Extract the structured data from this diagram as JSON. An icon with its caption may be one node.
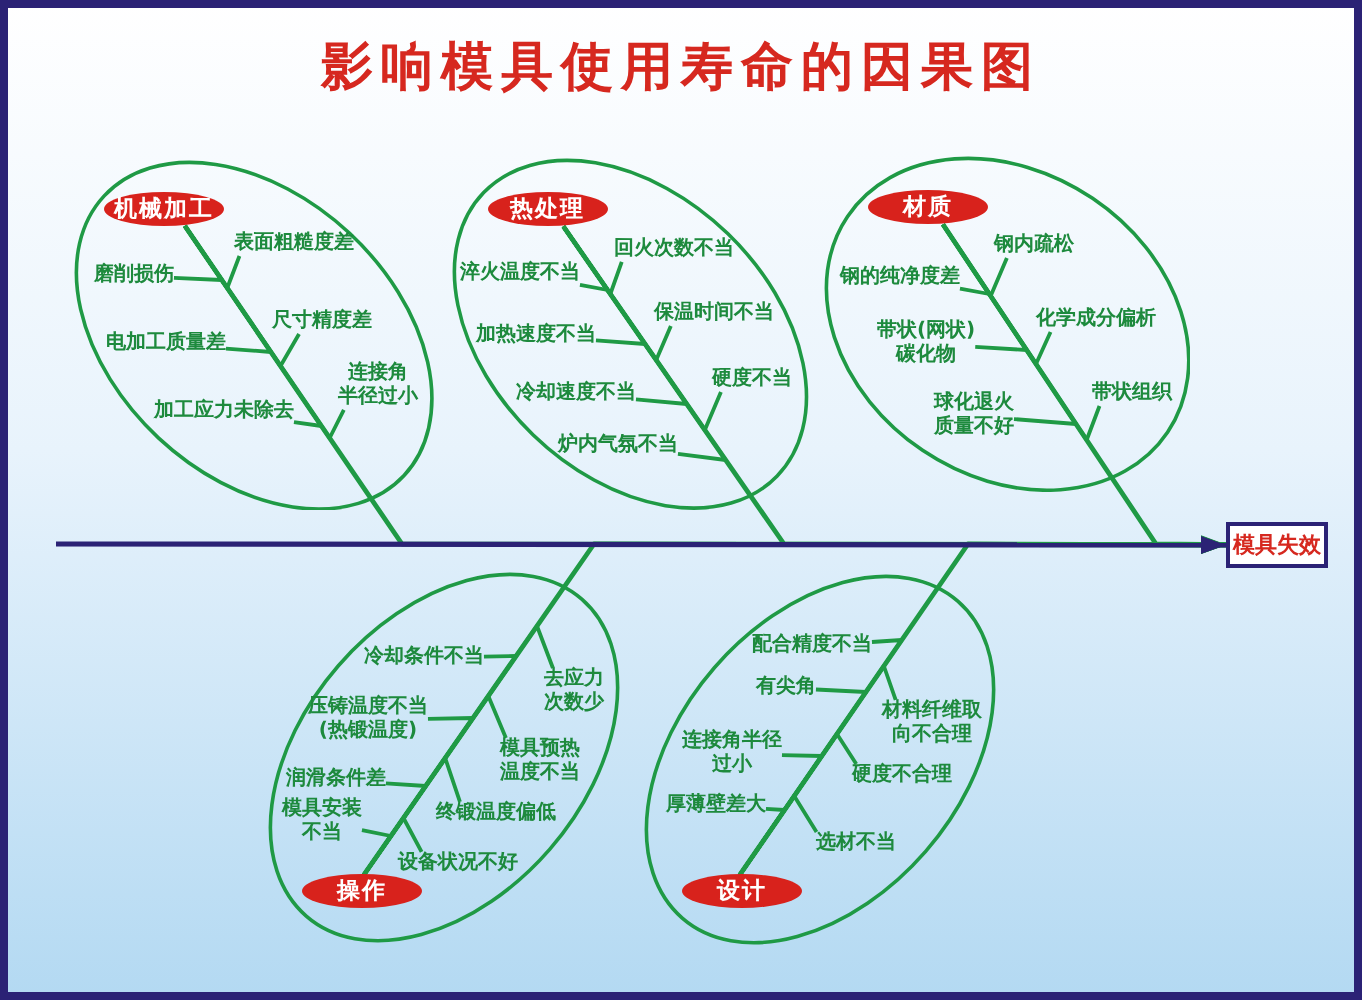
{
  "diagram": {
    "title": "影响模具使用寿命的因果图",
    "nodes": [
      {
        "text": [],
        "shape": "ellipse"
      },
      {
        "text": [
          "机械加工"
        ],
        "in": 0
      },
      {
        "text": [
          "表面粗糙度差"
        ],
        "in": 0
      },
      {
        "text": [
          "磨削损伤"
        ],
        "in": 0
      },
      {
        "text": [
          "尺寸精度差"
        ],
        "in": 0
      },
      {
        "text": [
          "电加工质量差"
        ],
        "in": 0
      },
      {
        "text": [
          "连接角半径过小"
        ],
        "in": 0
      },
      {
        "text": [
          "加工应力未除去"
        ],
        "in": 0
      },
      {
        "text": [],
        "shape": "ellipse"
      },
      {
        "text": [
          "热处理"
        ],
        "in": 8
      },
      {
        "text": [
          "回火次数不当"
        ],
        "in": 8
      },
      {
        "text": [
          "淬火温度不当"
        ],
        "in": 8
      },
      {
        "text": [
          "保温时间不当"
        ],
        "in": 8
      },
      {
        "text": [
          "加热速度不当"
        ],
        "in": 8
      },
      {
        "text": [
          "硬度不当"
        ],
        "in": 8
      },
      {
        "text": [
          "冷却速度不当"
        ],
        "in": 8
      },
      {
        "text": [
          "炉内气氛不当"
        ],
        "in": 8
      },
      {
        "text": [],
        "shape": "ellipse"
      },
      {
        "text": [
          "材质"
        ],
        "in": 17
      },
      {
        "text": [
          "钢内疏松"
        ],
        "in": 17
      },
      {
        "text": [
          "钢的纯净度差"
        ],
        "in": 17
      },
      {
        "text": [
          "化学成分偏析"
        ],
        "in": 17
      },
      {
        "text": [
          "带状(网状)碳化物"
        ],
        "in": 17
      },
      {
        "text": [
          "带状组织"
        ],
        "in": 17
      },
      {
        "text": [
          "球化退火质量不好"
        ],
        "in": 17
      },
      {
        "text": [
          "模具失效"
        ]
      },
      {
        "text": [],
        "shape": "ellipse"
      },
      {
        "text": [
          "冷却条件不当"
        ],
        "in": 26
      },
      {
        "text": [
          "去应力次数少"
        ],
        "in": 26
      },
      {
        "text": [
          "压铸温度不当(热锻温度)"
        ],
        "in": 26
      },
      {
        "text": [
          "模具预热温度不当"
        ],
        "in": 26
      },
      {
        "text": [
          "润滑条件差"
        ],
        "in": 26
      },
      {
        "text": [
          "终锻温度偏低"
        ],
        "in": 26
      },
      {
        "text": [
          "模具安装不当"
        ],
        "in": 26
      },
      {
        "text": [
          "设备状况不好"
        ],
        "in": 26
      },
      {
        "text": [
          "操作"
        ],
        "in": 26
      },
      {
        "text": [],
        "shape": "ellipse"
      },
      {
        "text": [
          "配合精度不当"
        ],
        "in": 36
      },
      {
        "text": [
          "有尖角"
        ],
        "in": 36
      },
      {
        "text": [
          "材料纤维取向不合理"
        ],
        "in": 36
      },
      {
        "text": [
          "连接角半径过小"
        ],
        "in": 36
      },
      {
        "text": [
          "硬度不合理"
        ],
        "in": 36
      },
      {
        "text": [
          "厚薄壁差大"
        ],
        "in": 36
      },
      {
        "text": [
          "选材不当"
        ],
        "in": 36
      },
      {
        "text": [
          "设计"
        ],
        "in": 36
      }
    ],
    "edges": [
      {
        "from": null,
        "to": 25,
        "arrow": "to",
        "color": "#2b2275"
      },
      {
        "from": 1,
        "to": 25,
        "arrow": "to"
      },
      {
        "from": 9,
        "to": 25,
        "arrow": "to"
      },
      {
        "from": 18,
        "to": 25,
        "arrow": "to"
      },
      {
        "from": 35,
        "to": 25,
        "arrow": "to"
      },
      {
        "from": 44,
        "to": 25,
        "arrow": "to"
      },
      {
        "from": 2,
        "to": 1,
        "arrow": "none"
      },
      {
        "from": 3,
        "to": 1,
        "arrow": "none"
      },
      {
        "from": 4,
        "to": 1,
        "arrow": "none"
      },
      {
        "from": 5,
        "to": 1,
        "arrow": "none"
      },
      {
        "from": 6,
        "to": 1,
        "arrow": "none"
      },
      {
        "from": 7,
        "to": 1,
        "arrow": "none"
      },
      {
        "from": 10,
        "to": 9,
        "arrow": "none"
      },
      {
        "from": 11,
        "to": 9,
        "arrow": "none"
      },
      {
        "from": 12,
        "to": 9,
        "arrow": "none"
      },
      {
        "from": 13,
        "to": 9,
        "arrow": "none"
      },
      {
        "from": 14,
        "to": 9,
        "arrow": "none"
      },
      {
        "from": 15,
        "to": 9,
        "arrow": "none"
      },
      {
        "from": 16,
        "to": 9,
        "arrow": "none"
      },
      {
        "from": 19,
        "to": 18,
        "arrow": "none"
      },
      {
        "from": 20,
        "to": 18,
        "arrow": "none"
      },
      {
        "from": 21,
        "to": 18,
        "arrow": "none"
      },
      {
        "from": 22,
        "to": 18,
        "arrow": "none"
      },
      {
        "from": 23,
        "to": 18,
        "arrow": "none"
      },
      {
        "from": 24,
        "to": 18,
        "arrow": "none"
      },
      {
        "from": 27,
        "to": 35,
        "arrow": "none"
      },
      {
        "from": 28,
        "to": 35,
        "arrow": "none"
      },
      {
        "from": 29,
        "to": 35,
        "arrow": "none"
      },
      {
        "from": 30,
        "to": 35,
        "arrow": "none"
      },
      {
        "from": 31,
        "to": 35,
        "arrow": "none"
      },
      {
        "from": 32,
        "to": 35,
        "arrow": "none"
      },
      {
        "from": 33,
        "to": 35,
        "arrow": "none"
      },
      {
        "from": 34,
        "to": 35,
        "arrow": "none"
      },
      {
        "from": 37,
        "to": 44,
        "arrow": "none"
      },
      {
        "from": 38,
        "to": 44,
        "arrow": "none"
      },
      {
        "from": 39,
        "to": 44,
        "arrow": "none"
      },
      {
        "from": 40,
        "to": 44,
        "arrow": "none"
      },
      {
        "from": 41,
        "to": 44,
        "arrow": "none"
      },
      {
        "from": 42,
        "to": 44,
        "arrow": "none"
      },
      {
        "from": 43,
        "to": 44,
        "arrow": "none"
      }
    ]
  }
}
